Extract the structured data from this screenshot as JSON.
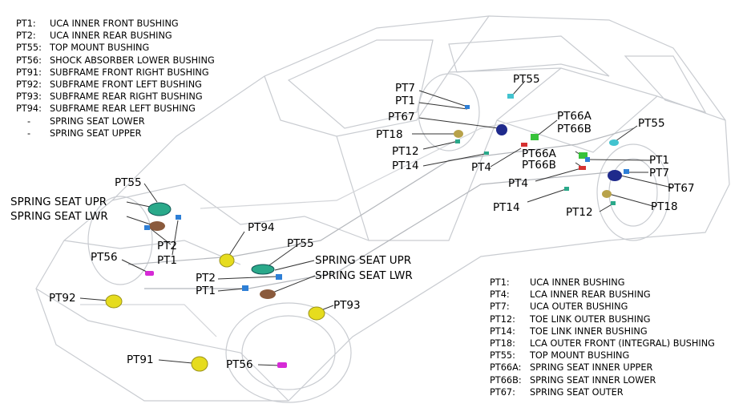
{
  "legend_top_left": [
    {
      "code": "PT1:",
      "desc": "UCA INNER FRONT BUSHING"
    },
    {
      "code": "PT2:",
      "desc": "UCA INNER REAR BUSHING"
    },
    {
      "code": "PT55:",
      "desc": "TOP MOUNT BUSHING"
    },
    {
      "code": "PT56:",
      "desc": "SHOCK ABSORBER LOWER BUSHING"
    },
    {
      "code": "PT91:",
      "desc": "SUBFRAME FRONT RIGHT BUSHING"
    },
    {
      "code": "PT92:",
      "desc": "SUBFRAME FRONT LEFT BUSHING"
    },
    {
      "code": "PT93:",
      "desc": "SUBFRAME REAR RIGHT BUSHING"
    },
    {
      "code": "PT94:",
      "desc": "SUBFRAME REAR LEFT BUSHING"
    },
    {
      "code": "-",
      "desc": "SPRING SEAT LOWER"
    },
    {
      "code": "-",
      "desc": "SPRING SEAT UPPER"
    }
  ],
  "legend_bottom_right": [
    {
      "code": "PT1:",
      "desc": "UCA INNER BUSHING"
    },
    {
      "code": "PT4:",
      "desc": "LCA INNER REAR BUSHING"
    },
    {
      "code": "PT7:",
      "desc": "UCA OUTER BUSHING"
    },
    {
      "code": "PT12:",
      "desc": "TOE LINK OUTER BUSHING"
    },
    {
      "code": "PT14:",
      "desc": "TOE LINK INNER BUSHING"
    },
    {
      "code": "PT18:",
      "desc": "LCA OUTER FRONT (INTEGRAL) BUSHING"
    },
    {
      "code": "PT55:",
      "desc": "TOP MOUNT BUSHING"
    },
    {
      "code": "PT66A:",
      "desc": "SPRING SEAT INNER UPPER"
    },
    {
      "code": "PT66B:",
      "desc": "SPRING SEAT INNER LOWER"
    },
    {
      "code": "PT67:",
      "desc": "SPRING SEAT OUTER"
    }
  ],
  "callouts": {
    "front_left": {
      "pt55": "PT55",
      "spring_upr": "SPRING SEAT UPR",
      "spring_lwr": "SPRING SEAT LWR",
      "pt2": "PT2",
      "pt1": "PT1",
      "pt56": "PT56",
      "pt92": "PT92"
    },
    "front_right": {
      "pt94": "PT94",
      "pt55": "PT55",
      "spring_upr": "SPRING SEAT UPR",
      "spring_lwr": "SPRING SEAT LWR",
      "pt2": "PT2",
      "pt1": "PT1",
      "pt93": "PT93",
      "pt91": "PT91",
      "pt56": "PT56"
    },
    "rear_left": {
      "pt7": "PT7",
      "pt1": "PT1",
      "pt67": "PT67",
      "pt18": "PT18",
      "pt12": "PT12",
      "pt14": "PT14",
      "pt4": "PT4",
      "pt55": "PT55",
      "pt66a": "PT66A",
      "pt66b": "PT66B"
    },
    "rear_right": {
      "pt55": "PT55",
      "pt66a": "PT66A",
      "pt66b": "PT66B",
      "pt1": "PT1",
      "pt7": "PT7",
      "pt67": "PT67",
      "pt4": "PT4",
      "pt14": "PT14",
      "pt12": "PT12",
      "pt18": "PT18"
    }
  },
  "colors": {
    "yellow_bushing": "#e6dc1e",
    "teal_mount": "#2aa98a",
    "blue_bushing": "#2e7fd6",
    "brown_seat": "#8a5a3c",
    "magenta_bushing": "#d62ad6",
    "green_seat": "#37c23a",
    "red_bushing": "#d63232",
    "navy_seat": "#1f2a8c",
    "khaki_bushing": "#b8a24a",
    "cyan_mount": "#42c3cf"
  }
}
